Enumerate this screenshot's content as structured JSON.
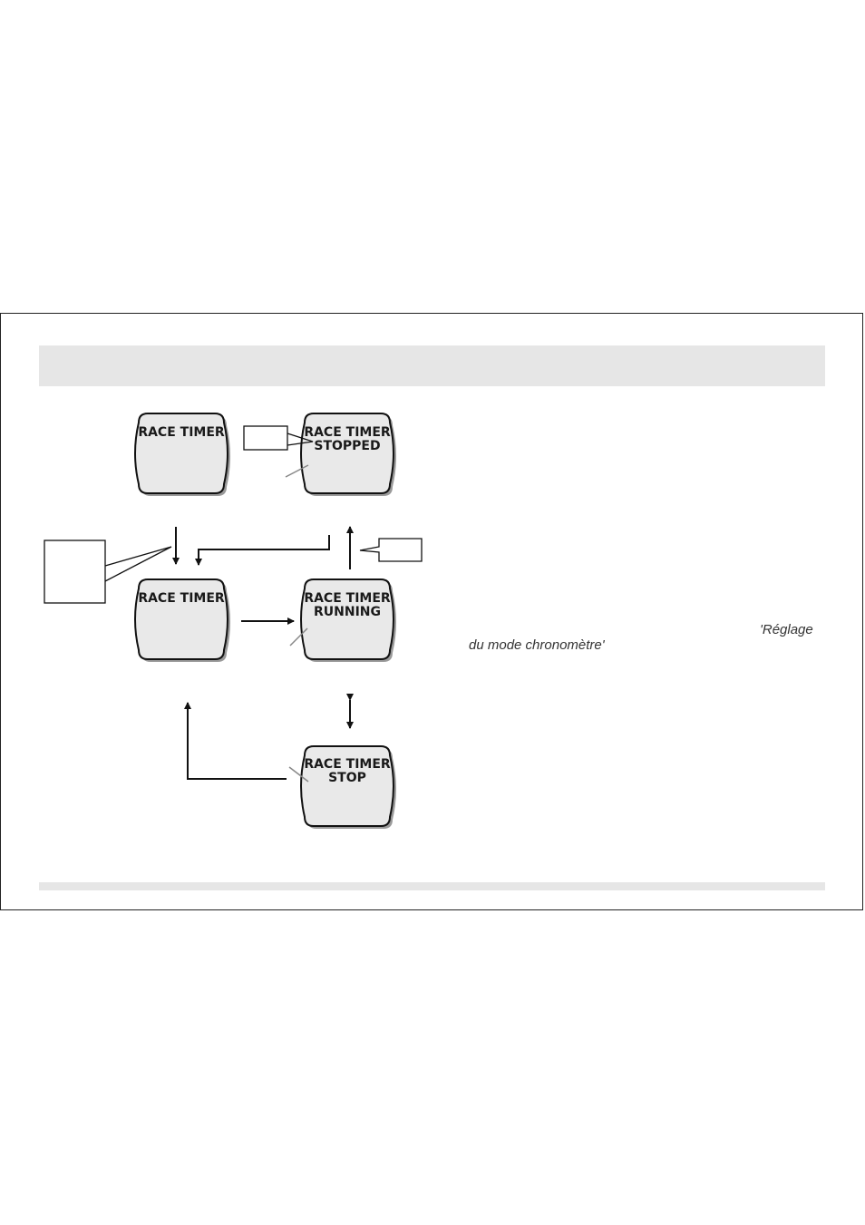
{
  "screens": {
    "top_left": {
      "line1": "RACE TIMER"
    },
    "top_right": {
      "line1": "RACE TIMER",
      "line2": "STOPPED"
    },
    "mid_left": {
      "line1": "RACE TIMER"
    },
    "mid_right": {
      "line1": "RACE TIMER",
      "line2": "RUNNING"
    },
    "bottom": {
      "line1": "RACE TIMER",
      "line2": "STOP"
    }
  },
  "side_note": {
    "part1": "'Réglage",
    "part2": "du mode chronomètre'"
  },
  "colors": {
    "screen_fill": "#e9e9e9",
    "screen_stroke": "#111111",
    "shadow": "#9a9a9a",
    "band": "#e6e6e6",
    "line": "#111111"
  }
}
